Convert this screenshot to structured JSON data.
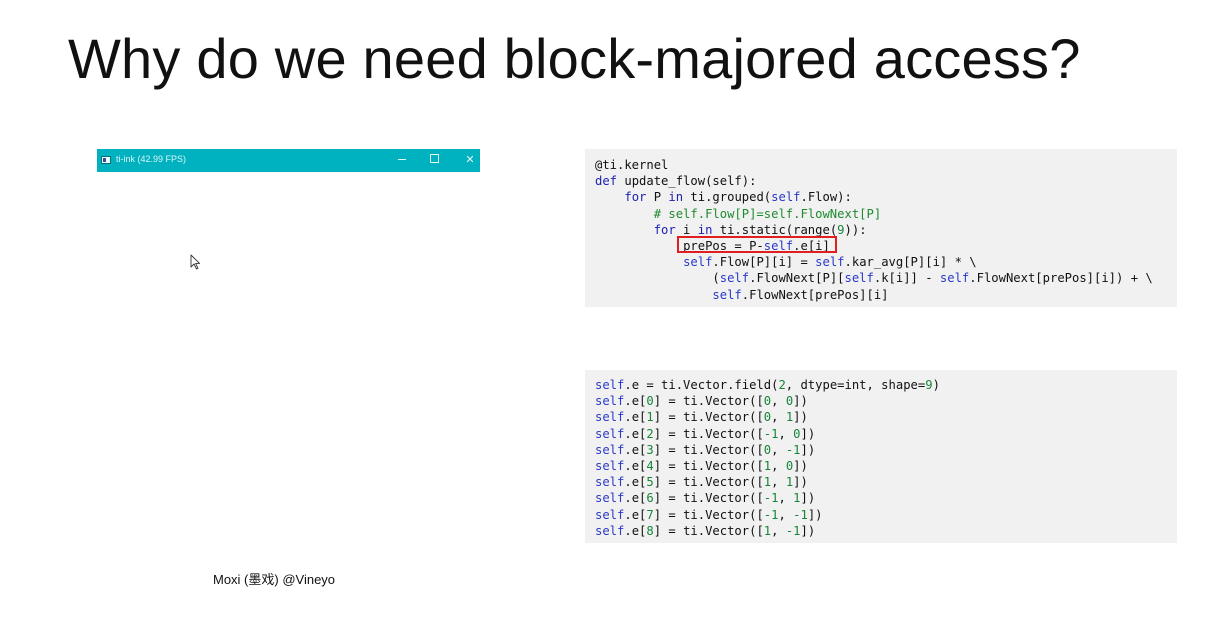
{
  "slide": {
    "title": "Why do we need block-majored access?",
    "credit": "Moxi (墨戏) @Vineyo"
  },
  "app_window": {
    "title": "ti-ink (42.99 FPS)",
    "titlebar_color": "#00b2bf",
    "icons": {
      "app": "app-icon",
      "minimize": "minimize-icon",
      "maximize": "maximize-icon",
      "close": "close-icon",
      "cursor": "mouse-pointer-icon"
    }
  },
  "code": {
    "kernel": {
      "l1": "@ti.kernel",
      "l2_kw": "def",
      "l2_rest": " update_flow(self):",
      "l3_kw1": "for",
      "l3_mid": " P ",
      "l3_kw2": "in",
      "l3_mid2": " ti.grouped(",
      "l3_self": "self",
      "l3_end": ".Flow):",
      "l4_comment": "# self.Flow[P]=self.FlowNext[P]",
      "l5_kw1": "for",
      "l5_mid": " i ",
      "l5_kw2": "in",
      "l5_mid2": " ti.static(range(",
      "l5_num": "9",
      "l5_end": ")):",
      "l6_a": "prePos = P-",
      "l6_self": "self",
      "l6_b": ".e[i]",
      "l7_self1": "self",
      "l7_a": ".Flow[P][i] = ",
      "l7_self2": "self",
      "l7_b": ".kar_avg[P][i] * \\",
      "l8_a": "(",
      "l8_self1": "self",
      "l8_b": ".FlowNext[P][",
      "l8_self2": "self",
      "l8_c": ".k[i]] - ",
      "l8_self3": "self",
      "l8_d": ".FlowNext[prePos][i]) + \\",
      "l9_self": "self",
      "l9_a": ".FlowNext[prePos][i]"
    },
    "vector": {
      "decl": {
        "self": "self",
        "a": ".e = ti.Vector.field(",
        "n1": "2",
        "b": ", dtype=int, shape=",
        "n2": "9",
        "c": ")"
      },
      "rows": [
        {
          "idx": "0",
          "mid": "] = ti.Vector([",
          "x": "0",
          "sep": ", ",
          "y": "0",
          "end": "])"
        },
        {
          "idx": "1",
          "mid": "] = ti.Vector([",
          "x": "0",
          "sep": ", ",
          "y": "1",
          "end": "])"
        },
        {
          "idx": "2",
          "mid": "] = ti.Vector([",
          "x": "-1",
          "sep": ", ",
          "y": "0",
          "end": "])"
        },
        {
          "idx": "3",
          "mid": "] = ti.Vector([",
          "x": "0",
          "sep": ", ",
          "y": "-1",
          "end": "])"
        },
        {
          "idx": "4",
          "mid": "] = ti.Vector([",
          "x": "1",
          "sep": ", ",
          "y": "0",
          "end": "])"
        },
        {
          "idx": "5",
          "mid": "] = ti.Vector([",
          "x": "1",
          "sep": ", ",
          "y": "1",
          "end": "])"
        },
        {
          "idx": "6",
          "mid": "] = ti.Vector([",
          "x": "-1",
          "sep": ", ",
          "y": "1",
          "end": "])"
        },
        {
          "idx": "7",
          "mid": "] = ti.Vector([",
          "x": "-1",
          "sep": ", ",
          "y": "-1",
          "end": "])"
        },
        {
          "idx": "8",
          "mid": "] = ti.Vector([",
          "x": "1",
          "sep": ", ",
          "y": "-1",
          "end": "])"
        }
      ],
      "row_prefix": "self",
      "row_open": ".e["
    }
  },
  "colors": {
    "keyword": "#1a1fb0",
    "self": "#2a39c8",
    "number": "#16853a",
    "comment": "#1f8a2f",
    "highlight": "#e02020",
    "code_bg": "#f1f1f1"
  }
}
